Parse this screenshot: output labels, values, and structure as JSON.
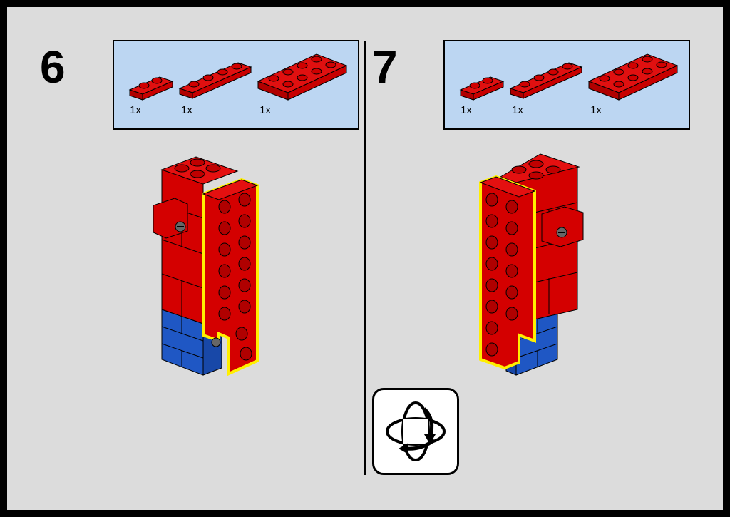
{
  "steps": [
    {
      "number": "6",
      "parts": [
        {
          "name": "plate 1x2",
          "qty": "1x"
        },
        {
          "name": "plate 1x4",
          "qty": "1x"
        },
        {
          "name": "plate 2x4",
          "qty": "1x"
        }
      ]
    },
    {
      "number": "7",
      "parts": [
        {
          "name": "plate 1x2",
          "qty": "1x"
        },
        {
          "name": "plate 1x4",
          "qty": "1x"
        },
        {
          "name": "plate 2x4",
          "qty": "1x"
        }
      ]
    }
  ],
  "colors": {
    "brick_red": "#d40000",
    "brick_blue": "#1f57c4",
    "highlight": "#ffef00",
    "parts_bg": "#bcd6f2",
    "page_bg": "#dcdcdc"
  },
  "icons": {
    "rotate": "rotate-model-icon"
  }
}
